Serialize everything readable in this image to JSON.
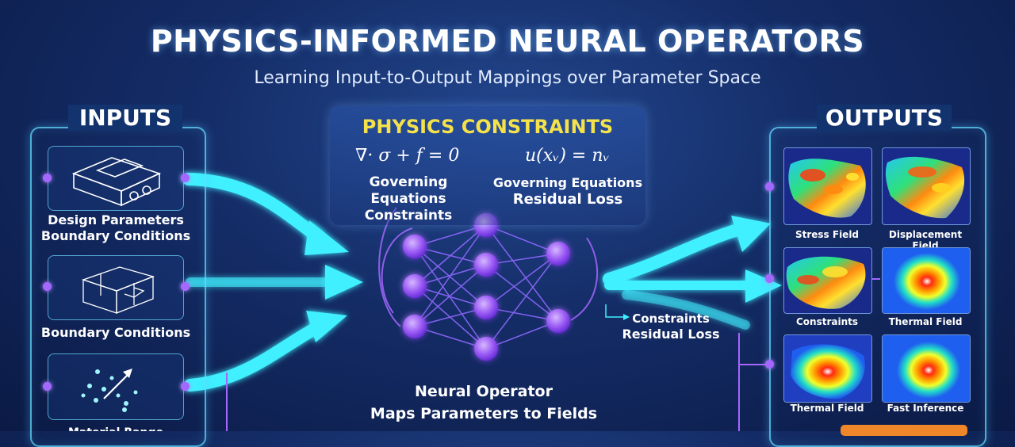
{
  "header": {
    "title": "PHYSICS-INFORMED NEURAL OPERATORS",
    "subtitle": "Learning Input-to-Output Mappings over Parameter Space"
  },
  "inputs": {
    "heading": "INPUTS",
    "cards": [
      {
        "label_lines": [
          "Design Parameters",
          "Boundary Conditions"
        ],
        "icon": "cad-block-icon"
      },
      {
        "label_lines": [
          "Boundary Conditions"
        ],
        "icon": "wireframe-box-icon"
      },
      {
        "label_lines": [
          "Material Range"
        ],
        "icon": "vector-scatter-icon"
      }
    ]
  },
  "physics": {
    "heading": "PHYSICS CONSTRAINTS",
    "equation_left": "∇· σ + f = 0",
    "equation_right": "u(xᵥ) = nᵥ",
    "left_lines": [
      "Governing Equations",
      "Constraints"
    ],
    "right_lines": [
      "Governing Equations",
      "Residual Loss"
    ]
  },
  "operator": {
    "lines": [
      "Neural Operator",
      "Maps Parameters to Fields"
    ]
  },
  "side_note": {
    "lines": [
      "Constraints",
      "Residual Loss"
    ]
  },
  "outputs": {
    "heading": "OUTPUTS",
    "fields": [
      {
        "label": "Stress Field",
        "icon": "stress-field-heatmap"
      },
      {
        "label": "Displacement Field",
        "icon": "displacement-field-heatmap"
      },
      {
        "label": "Constraints",
        "icon": "constraints-field-heatmap"
      },
      {
        "label": "Thermal Field",
        "icon": "thermal-field-heatmap"
      },
      {
        "label": "Thermal Field",
        "icon": "thermal-field-heatmap"
      },
      {
        "label": "Fast Inference",
        "icon": "fast-inference-heatmap"
      }
    ]
  },
  "colors": {
    "background": "#142c66",
    "arrow": "#3ff0ff",
    "node": "#a467ff",
    "physics_title": "#f5e14a",
    "panel_border": "#64dcff",
    "button": "#f0862a"
  }
}
